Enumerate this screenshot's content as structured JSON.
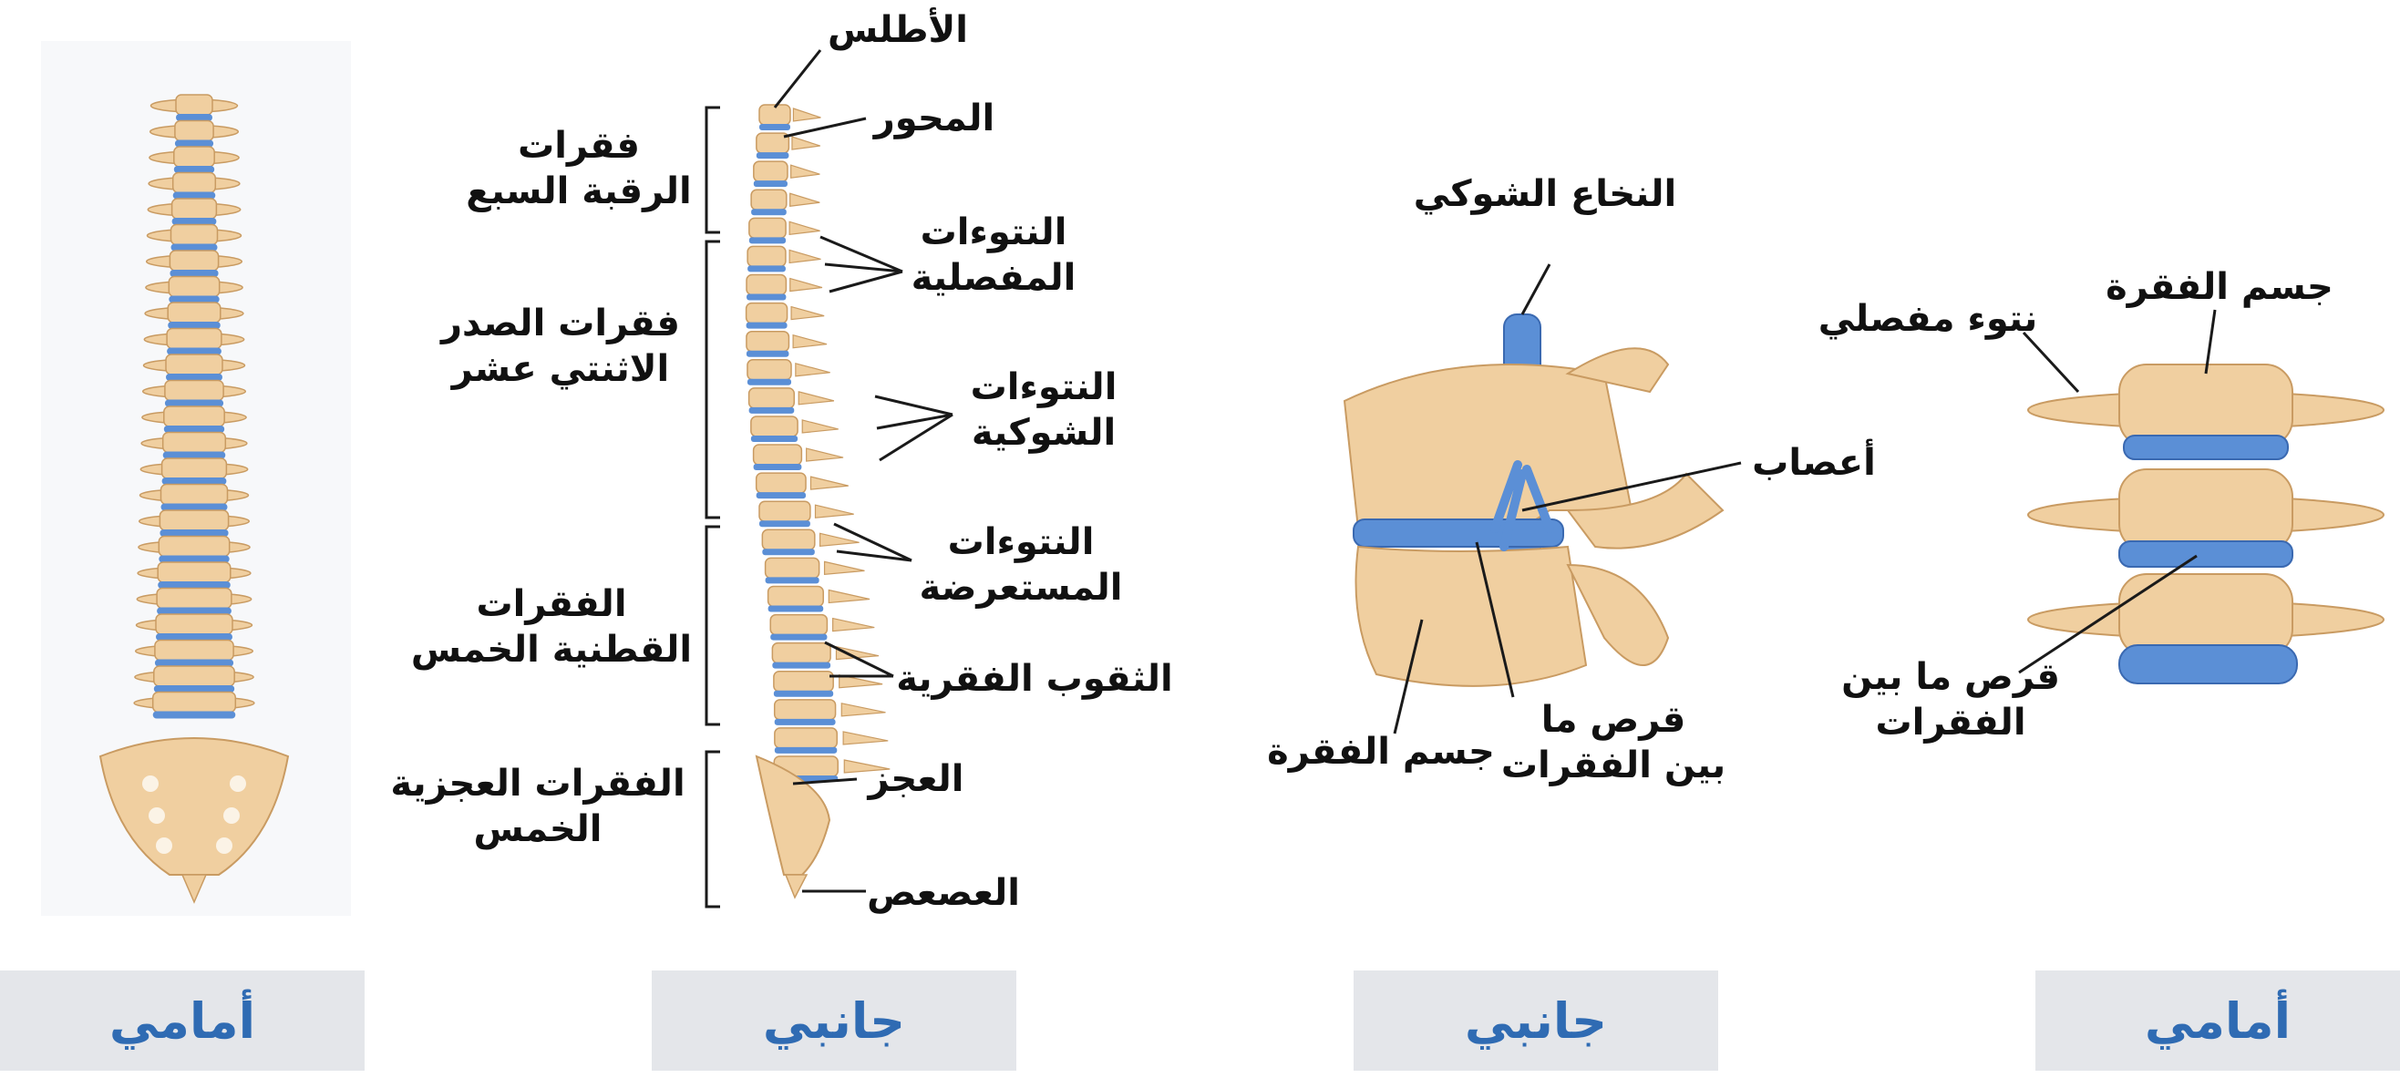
{
  "colors": {
    "bone": "#f0cfa0",
    "bone_dark": "#c99b62",
    "disc": "#5b8fd6",
    "disc_dark": "#3a69b1",
    "caption_bg": "#e4e6ea",
    "caption_text": "#2f6bb3",
    "line": "#1a1a1a"
  },
  "panels": [
    {
      "caption": "أمامي"
    },
    {
      "caption": "جانبي"
    },
    {
      "caption": "جانبي"
    },
    {
      "caption": "أمامي"
    }
  ],
  "side_view": {
    "atlas": "الأطلس",
    "axis": "المحور",
    "articular_processes": [
      "النتوءات",
      "المفصلية"
    ],
    "spinous_processes": [
      "النتوءات",
      "الشوكية"
    ],
    "transverse_processes": [
      "النتوءات",
      "المستعرضة"
    ],
    "foramina": "الثقوب الفقرية",
    "sacrum": "العجز",
    "coccyx": "العصعص",
    "cervical": [
      "فقرات",
      "الرقبة السبع"
    ],
    "thoracic": [
      "فقرات الصدر",
      "الاثنتي عشر"
    ],
    "lumbar": [
      "الفقرات",
      "القطنية الخمس"
    ],
    "sacral": [
      "الفقرات العجزية",
      "الخمس"
    ]
  },
  "vertebra_side": {
    "spinal_cord": "النخاع الشوكي",
    "nerves": "أعصاب",
    "disc": [
      "قرص ما",
      "بين الفقرات"
    ],
    "body": "جسم الفقرة"
  },
  "vertebra_front": {
    "body": "جسم الفقرة",
    "process": "نتوء مفصلي",
    "disc": [
      "قرص ما بين",
      "الفقرات"
    ]
  }
}
